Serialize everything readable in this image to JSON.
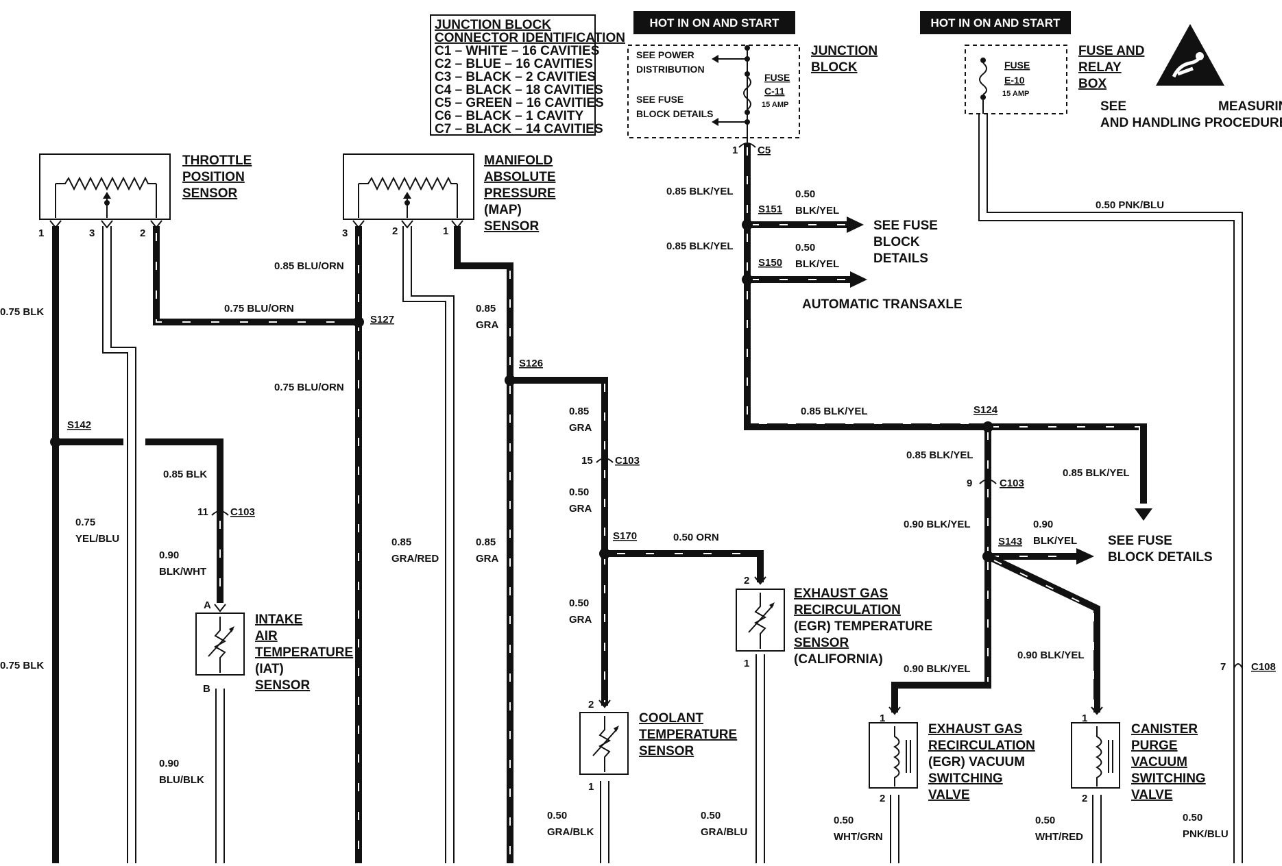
{
  "junction_table": {
    "title1": "JUNCTION BLOCK",
    "title2": "CONNECTOR IDENTIFICATION",
    "rows": [
      "C1 – WHITE – 16 CAVITIES",
      "C2 – BLUE – 16 CAVITIES",
      "C3 – BLACK – 2 CAVITIES",
      "C4 – BLACK – 18 CAVITIES",
      "C5 – GREEN – 16 CAVITIES",
      "C6 – BLACK – 1 CAVITY",
      "C7 – BLACK – 14 CAVITIES"
    ]
  },
  "hot_labels": [
    "HOT IN ON AND START",
    "HOT IN ON AND START"
  ],
  "junction_block": {
    "see_power": [
      "SEE POWER",
      "DISTRIBUTION"
    ],
    "see_fuse": [
      "SEE FUSE",
      "BLOCK DETAILS"
    ],
    "fuse": [
      "FUSE",
      "C-11",
      "15 AMP"
    ],
    "name": [
      "JUNCTION",
      "BLOCK"
    ],
    "connector_pin": "1",
    "connector": "C5"
  },
  "fuse_relay_box": {
    "fuse": [
      "FUSE",
      "E-10",
      "15 AMP"
    ],
    "name": [
      "FUSE AND",
      "RELAY",
      "BOX"
    ]
  },
  "esd_note": [
    "SEE",
    "MEASURING",
    "AND HANDLING PROCEDURES"
  ],
  "components": {
    "tps": [
      "THROTTLE",
      "POSITION",
      "SENSOR"
    ],
    "map": [
      "MANIFOLD",
      "ABSOLUTE",
      "PRESSURE",
      "(MAP)",
      "SENSOR"
    ],
    "iat": [
      "INTAKE",
      "AIR",
      "TEMPERATURE",
      "(IAT)",
      "SENSOR"
    ],
    "cts": [
      "COOLANT",
      "TEMPERATURE",
      "SENSOR"
    ],
    "egr_temp": [
      "EXHAUST GAS",
      "RECIRCULATION",
      "(EGR) TEMPERATURE",
      "SENSOR",
      "(CALIFORNIA)"
    ],
    "egr_valve": [
      "EXHAUST GAS",
      "RECIRCULATION",
      "(EGR) VACUUM",
      "SWITCHING",
      "VALVE"
    ],
    "canister": [
      "CANISTER",
      "PURGE",
      "VACUUM",
      "SWITCHING",
      "VALVE"
    ]
  },
  "pins": {
    "tps_1": "1",
    "tps_3": "3",
    "tps_2": "2",
    "map_3": "3",
    "map_2": "2",
    "map_1": "1",
    "iat_a": "A",
    "iat_b": "B",
    "cts_2": "2",
    "cts_1": "1",
    "egrt_2": "2",
    "egrt_1": "1",
    "egrv_1": "1",
    "egrv_2": "2",
    "can_1": "1",
    "can_2": "2"
  },
  "splices": {
    "s127": "S127",
    "s142": "S142",
    "s126": "S126",
    "s170": "S170",
    "s151": "S151",
    "s150": "S150",
    "s124": "S124",
    "s143": "S143"
  },
  "connectors": {
    "c103_iat": {
      "pin": "11",
      "name": "C103"
    },
    "c103_cts": {
      "pin": "15",
      "name": "C103"
    },
    "c103_right": {
      "pin": "9",
      "name": "C103"
    },
    "c108": {
      "pin": "7",
      "name": "C108"
    }
  },
  "wires": {
    "w075blk_a": "0.75 BLK",
    "w075blk_b": "0.75 BLK",
    "w075bluorn_h": "0.75 BLU/ORN",
    "w085bluorn": "0.85 BLU/ORN",
    "w075bluorn_v": "0.75 BLU/ORN",
    "w085blk": "0.85 BLK",
    "w090blkwht": [
      "0.90",
      "BLK/WHT"
    ],
    "w075yelblu": [
      "0.75",
      "YEL/BLU"
    ],
    "w090blublk": [
      "0.90",
      "BLU/BLK"
    ],
    "w085grared": [
      "0.85",
      "GRA/RED"
    ],
    "w085gra_top": [
      "0.85",
      "GRA"
    ],
    "w085gra_low": [
      "0.85",
      "GRA"
    ],
    "w085gra_s126": [
      "0.85",
      "GRA"
    ],
    "w050gra_a": [
      "0.50",
      "GRA"
    ],
    "w050gra_b": [
      "0.50",
      "GRA"
    ],
    "w050orn": "0.50  ORN",
    "w050grablk": [
      "0.50",
      "GRA/BLK"
    ],
    "w050grablu": [
      "0.50",
      "GRA/BLU"
    ],
    "w085blkyel_1": "0.85 BLK/YEL",
    "w085blkyel_2": "0.85 BLK/YEL",
    "w050blkyel_1": [
      "0.50",
      "BLK/YEL"
    ],
    "w050blkyel_2": [
      "0.50",
      "BLK/YEL"
    ],
    "w085blkyel_h": "0.85 BLK/YEL",
    "w085blkyel_v": "0.85 BLK/YEL",
    "w085blkyel_r": "0.85 BLK/YEL",
    "w090blkyel_a": "0.90 BLK/YEL",
    "w090blkyel_b": [
      "0.90",
      "BLK/YEL"
    ],
    "w090blkyel_c": "0.90 BLK/YEL",
    "w090blkyel_d": "0.90 BLK/YEL",
    "w050whtgrn": [
      "0.50",
      "WHT/GRN"
    ],
    "w050whtred": [
      "0.50",
      "WHT/RED"
    ],
    "w050pnkblu_top": "0.50 PNK/BLU",
    "w050pnkblu_bot": [
      "0.50",
      "PNK/BLU"
    ]
  },
  "refs": {
    "see_fuse_block_details_top": [
      "SEE FUSE",
      "BLOCK",
      "DETAILS"
    ],
    "automatic_transaxle": "AUTOMATIC TRANSAXLE",
    "see_fuse_block_details_right": [
      "SEE FUSE",
      "BLOCK DETAILS"
    ]
  }
}
